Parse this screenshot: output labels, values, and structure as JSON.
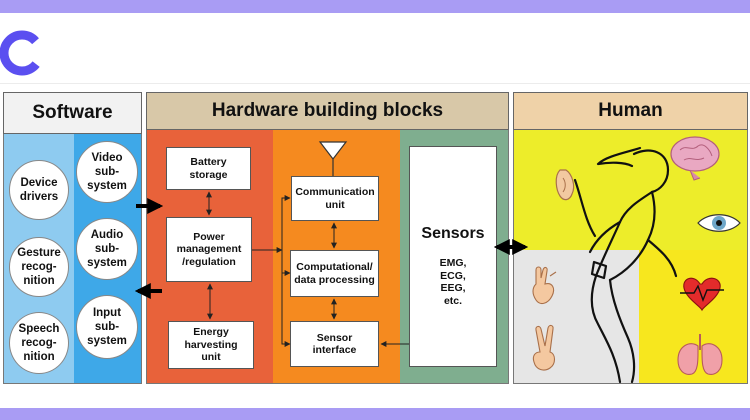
{
  "colors": {
    "band": "#a99cf4",
    "logo": "#5b4ff0",
    "software_left": "#8ecbf0",
    "software_right": "#3ea8e8",
    "hardware_red": "#e8623a",
    "hardware_orange": "#f58a1f",
    "hardware_amber": "#f4a21d",
    "hardware_teal": "#7fae8f",
    "human_bg": "#eded2a",
    "header_software": "#f2f2f2",
    "header_hardware": "#d8c8a8",
    "header_human": "#efd2a8"
  },
  "diagram": {
    "software": {
      "title": "Software",
      "left_items": [
        "Device\ndrivers",
        "Gesture\nrecog-\nnition",
        "Speech\nrecog-\nnition"
      ],
      "right_items": [
        "Video\nsub-\nsystem",
        "Audio\nsub-\nsystem",
        "Input\nsub-\nsystem"
      ]
    },
    "hardware": {
      "title": "Hardware building blocks",
      "battery": "Battery\nstorage",
      "power": "Power\nmanagement\n/regulation",
      "energy": "Energy\nharvesting\nunit",
      "communication": "Communication\nunit",
      "computational": "Computational/\ndata processing",
      "sensor_interface": "Sensor\ninterface",
      "sensors_title": "Sensors",
      "sensors_list": "EMG,\nECG,\nEEG,\netc."
    },
    "human": {
      "title": "Human",
      "icons": [
        "ear-icon",
        "brain-icon",
        "eye-icon",
        "hand-gesture-icon",
        "peace-hand-icon",
        "heart-icon",
        "lungs-icon",
        "runner-icon"
      ]
    }
  }
}
